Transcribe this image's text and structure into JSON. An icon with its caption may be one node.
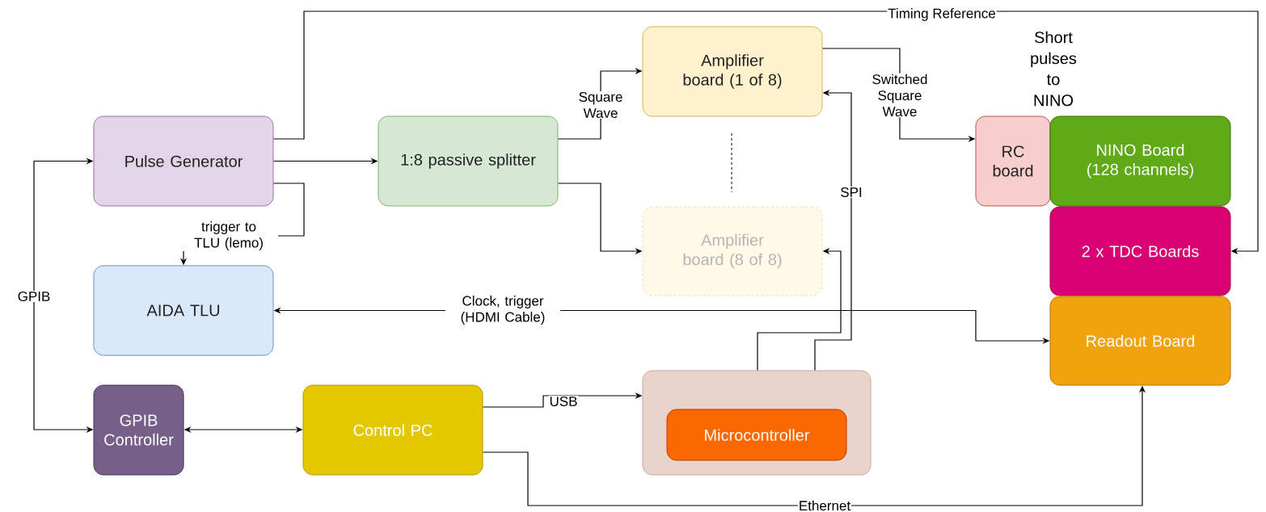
{
  "diagram": {
    "nodes": [
      {
        "text": [
          "Pulse Generator"
        ]
      },
      {
        "text": [
          "1:8 passive splitter"
        ]
      },
      {
        "text": [
          "Amplifier board (1 of 8)"
        ]
      },
      {
        "text": [
          "Amplifier board (8 of 8)"
        ]
      },
      {
        "text": [
          "RC board"
        ]
      },
      {
        "text": [
          "NINO Board (128 channels)"
        ]
      },
      {
        "text": [
          "2 x TDC Boards"
        ]
      },
      {
        "text": [
          "Readout Board"
        ]
      },
      {
        "text": [
          "AIDA TLU"
        ]
      },
      {
        "text": [
          "GPIB Controller"
        ]
      },
      {
        "text": [
          "Control PC"
        ]
      },
      {
        "text": [],
        "shape": "box"
      },
      {
        "text": [
          "Microcontroller"
        ],
        "in": 11
      }
    ],
    "edges": [
      {
        "from": 0,
        "to": 1,
        "arrow": "to"
      },
      {
        "from": 1,
        "to": 2,
        "arrow": "to",
        "label": "Square Wave"
      },
      {
        "from": 1,
        "to": 3,
        "arrow": "to"
      },
      {
        "from": 0,
        "to": 6,
        "arrow": "to",
        "label": "Timing Reference"
      },
      {
        "from": 0,
        "to": 8,
        "arrow": "to",
        "label": "trigger to TLU (lemo)"
      },
      {
        "from": 9,
        "to": 0,
        "arrow": "both",
        "label": "GPIB"
      },
      {
        "from": 9,
        "to": 10,
        "arrow": "both"
      },
      {
        "from": 10,
        "to": 11,
        "arrow": "to",
        "label": "USB"
      },
      {
        "from": 10,
        "to": 7,
        "arrow": "to",
        "label": "Ethernet"
      },
      {
        "from": 7,
        "to": 8,
        "arrow": "both",
        "label": "Clock, trigger (HDMI Cable)"
      },
      {
        "from": 2,
        "to": 4,
        "arrow": "to",
        "label": "Switched Square Wave"
      },
      {
        "from": 11,
        "to": 2,
        "arrow": "to",
        "label": "SPI"
      },
      {
        "from": 11,
        "to": 3,
        "arrow": "to"
      }
    ],
    "labels": [
      "Short pulses to NINO"
    ]
  }
}
